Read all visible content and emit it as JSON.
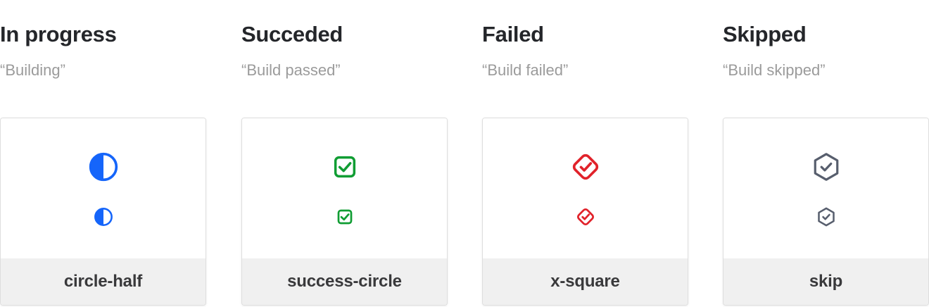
{
  "page": {
    "background_color": "#ffffff",
    "card_footer_bg": "#f0f0f0",
    "card_border_color": "#dedede",
    "title_color": "#24262a",
    "subtitle_color": "#9b9b9b",
    "label_color": "#39393b"
  },
  "columns": [
    {
      "title": "In progress",
      "subtitle": "“Building”",
      "label": "circle-half",
      "icon": "circle-half-icon",
      "icon_color": "#1565fa"
    },
    {
      "title": "Succeded",
      "subtitle": "“Build passed”",
      "label": "success-circle",
      "icon": "check-square-icon",
      "icon_color": "#109d33"
    },
    {
      "title": "Failed",
      "subtitle": "“Build failed”",
      "label": "x-square",
      "icon": "check-diamond-icon",
      "icon_color": "#e1222a"
    },
    {
      "title": "Skipped",
      "subtitle": "“Build skipped”",
      "label": "skip",
      "icon": "check-hexagon-icon",
      "icon_color": "#575e6d"
    }
  ]
}
